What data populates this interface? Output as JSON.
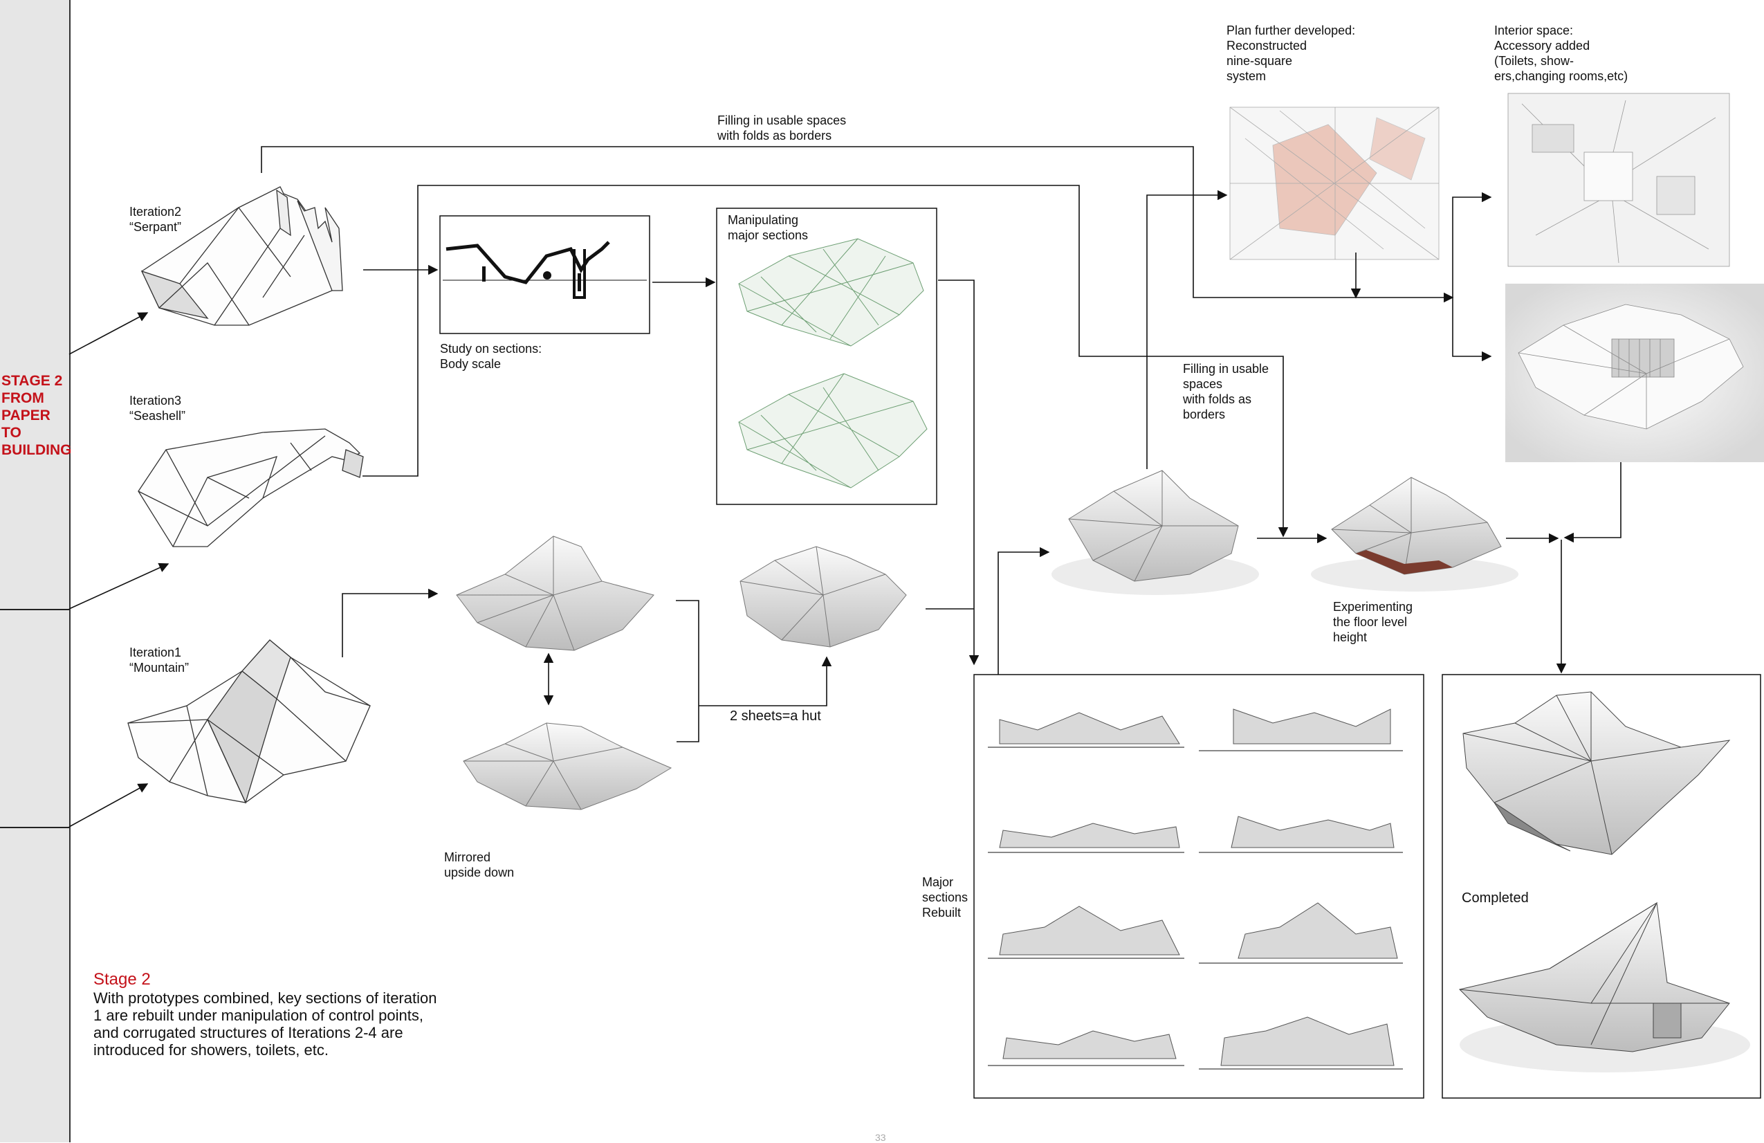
{
  "sidebar": {
    "stage_label": "STAGE 2\nFROM\nPAPER\nTO\nBUILDING"
  },
  "iterations": {
    "serpant_name": "Iteration2",
    "serpant_nick": "“Serpant”",
    "seashell_name": "Iteration3",
    "seashell_nick": "“Seashell”",
    "mountain_name": "Iteration1",
    "mountain_nick": "“Mountain”"
  },
  "labels": {
    "filling_top": "Filling in usable spaces\nwith folds as borders",
    "study_sections": "Study on sections:\nBody scale",
    "manipulating": "Manipulating\nmajor sections",
    "mirrored": "Mirrored\n upside down",
    "two_sheets": "2 sheets=a hut",
    "plan_developed": "Plan further developed:\nReconstructed\nnine-square\nsystem",
    "interior_space": "Interior space:\nAccessory added\n(Toilets, show-\ners,changing rooms,etc)",
    "filling_mid": "Filling in usable\nspaces\nwith folds as\nborders",
    "experimenting": "Experimenting\nthe floor level\nheight",
    "major_rebuilt": "Major\nsections\nRebuilt",
    "completed": "Completed"
  },
  "stage": {
    "title": "Stage 2",
    "body": "With prototypes combined, key sections of iteration 1 are rebuilt under manipulation of control points, and corrugated structures of Iterations 2-4 are introduced for showers, toilets, etc."
  },
  "page_number": "33",
  "colors": {
    "accent_red": "#c4121a",
    "section_green": "#6c9e72",
    "plan_pink": "#e8b8a8",
    "sidebar_gray": "#e6e6e6"
  }
}
